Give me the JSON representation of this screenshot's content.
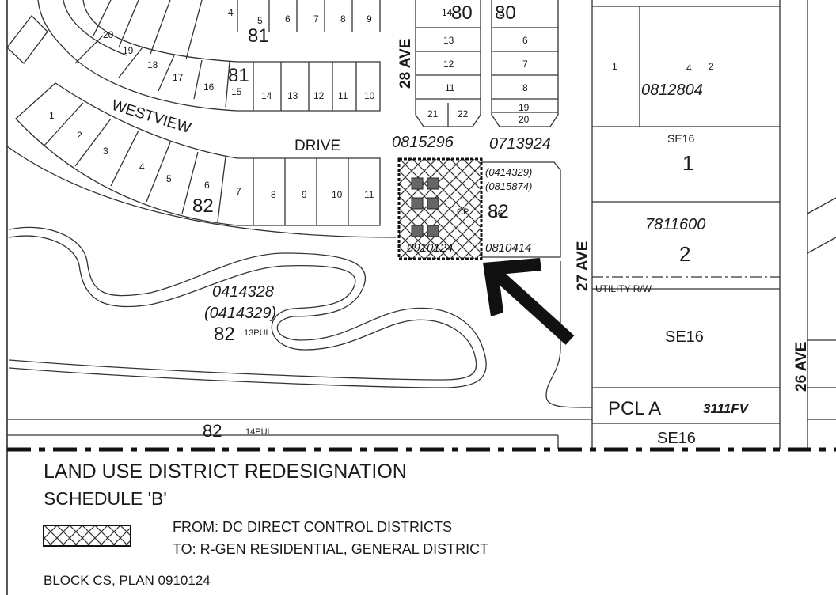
{
  "streets": {
    "westview": "WESTVIEW",
    "drive": "DRIVE",
    "ave_28": "28 AVE",
    "ave_27": "27 AVE",
    "ave_26": "26 AVE"
  },
  "plans": {
    "p0815296": "0815296",
    "p0713924": "0713924",
    "p0812804": "0812804",
    "p7811600": "7811600",
    "p0414328": "0414328",
    "p0414329": "(0414329)",
    "p0414329b": "(0414329)",
    "p0815874": "(0815874)",
    "p0910124": "0910124",
    "p0810414": "0810414",
    "p3111FV": "3111FV"
  },
  "parcels": {
    "utility_rw": "UTILITY R/W",
    "pcl_a": "PCL A",
    "se16_a": "SE16",
    "se16_b": "SE16",
    "se16_c": "SE16",
    "pul13": "13PUL",
    "pul14": "14PUL",
    "cp": "CP",
    "block80a": "80",
    "block80b": "80",
    "block81a": "81",
    "block81b": "81",
    "block82a": "82",
    "block82b": "82",
    "block82c": "82",
    "block82d": "82"
  },
  "legend": {
    "title": "LAND USE DISTRICT REDESIGNATION",
    "schedule": "SCHEDULE 'B'",
    "from": "FROM:  DC DIRECT CONTROL DISTRICTS",
    "to": "TO:  R-GEN RESIDENTIAL, GENERAL DISTRICT",
    "block": "BLOCK CS, PLAN 0910124"
  }
}
